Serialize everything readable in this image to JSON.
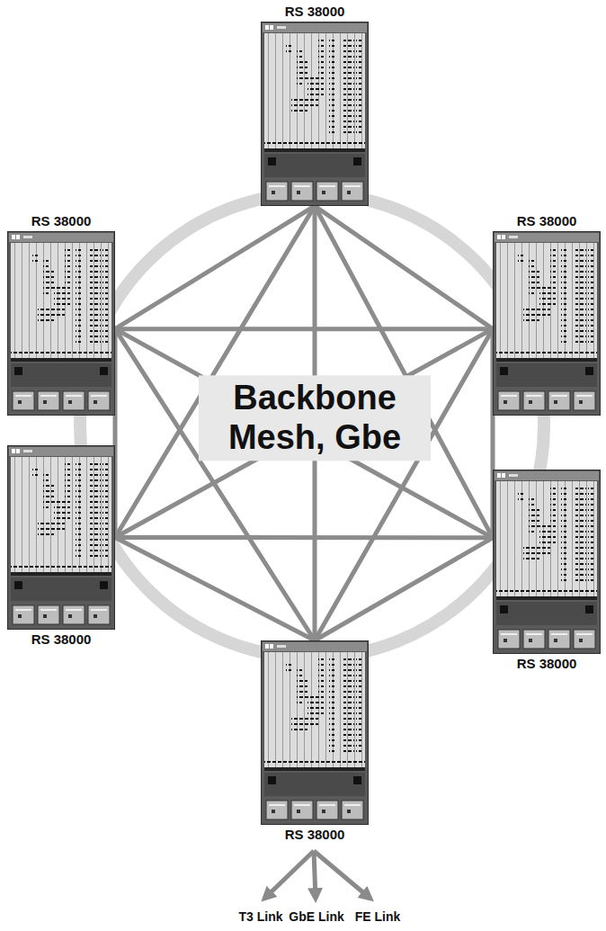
{
  "diagram": {
    "nodes": [
      {
        "text": [
          "RS 38000"
        ]
      },
      {
        "text": [
          "RS 38000"
        ]
      },
      {
        "text": [
          "RS 38000"
        ]
      },
      {
        "text": [
          "RS 38000"
        ]
      },
      {
        "text": [
          "RS 38000"
        ]
      },
      {
        "text": [
          "RS 38000"
        ]
      }
    ],
    "edges": [
      {
        "from": 0,
        "to": 1,
        "arrow": "none"
      },
      {
        "from": 0,
        "to": 2,
        "arrow": "none"
      },
      {
        "from": 0,
        "to": 3,
        "arrow": "none"
      },
      {
        "from": 0,
        "to": 4,
        "arrow": "none"
      },
      {
        "from": 0,
        "to": 5,
        "arrow": "none"
      },
      {
        "from": 1,
        "to": 2,
        "arrow": "none"
      },
      {
        "from": 1,
        "to": 3,
        "arrow": "none"
      },
      {
        "from": 1,
        "to": 4,
        "arrow": "none"
      },
      {
        "from": 1,
        "to": 5,
        "arrow": "none"
      },
      {
        "from": 2,
        "to": 3,
        "arrow": "none"
      },
      {
        "from": 2,
        "to": 4,
        "arrow": "none"
      },
      {
        "from": 2,
        "to": 5,
        "arrow": "none"
      },
      {
        "from": 3,
        "to": 4,
        "arrow": "none"
      },
      {
        "from": 3,
        "to": 5,
        "arrow": "none"
      },
      {
        "from": 4,
        "to": 5,
        "arrow": "none"
      }
    ],
    "labels": [
      "Backbone Mesh, Gbe",
      "T3 Link",
      "GbE Link",
      "FE Link"
    ]
  }
}
